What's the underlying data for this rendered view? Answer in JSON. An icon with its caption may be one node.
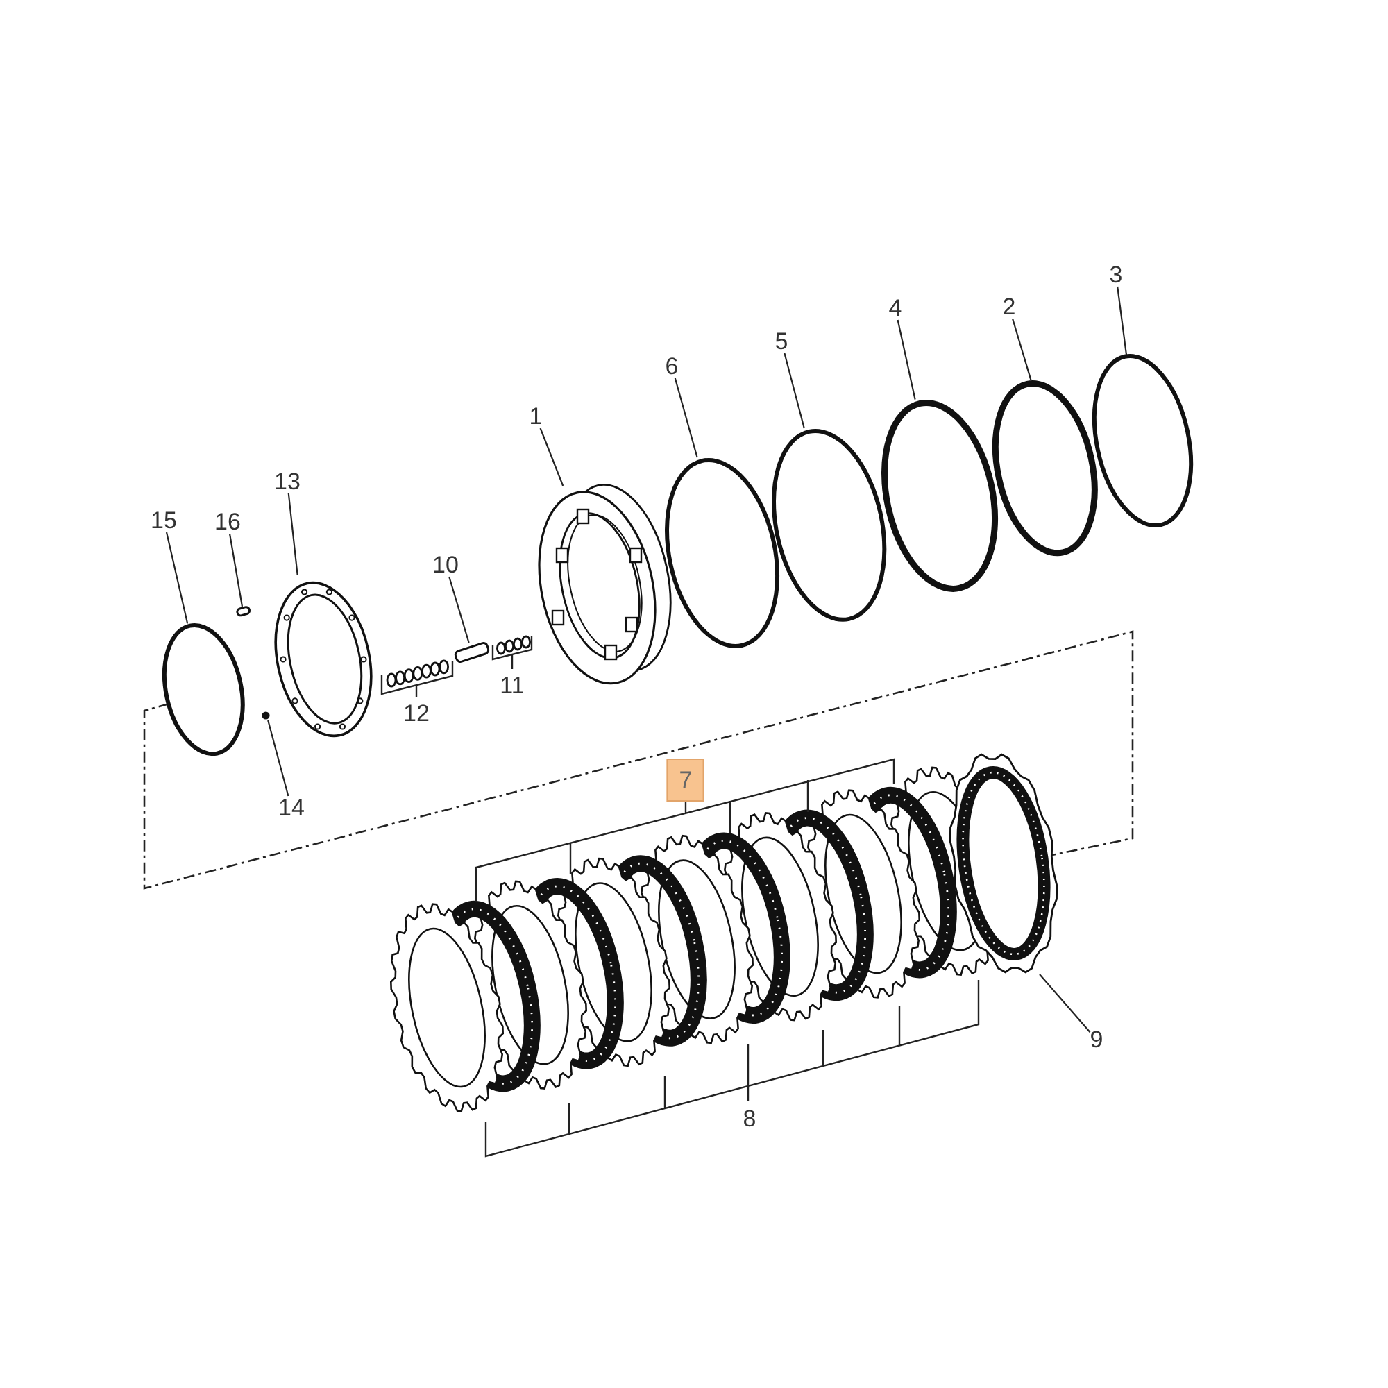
{
  "diagram": {
    "nodes": [
      {
        "text": [
          "3"
        ]
      },
      {
        "text": [],
        "shape": "circle"
      },
      {
        "text": [
          "2"
        ]
      },
      {
        "text": [],
        "shape": "circle"
      },
      {
        "text": [
          "4"
        ]
      },
      {
        "text": [],
        "shape": "circle"
      },
      {
        "text": [
          "5"
        ]
      },
      {
        "text": [],
        "shape": "circle"
      },
      {
        "text": [
          "6"
        ]
      },
      {
        "text": [],
        "shape": "circle"
      },
      {
        "text": [
          "1"
        ]
      },
      {
        "text": [],
        "shape": "picture"
      },
      {
        "text": [
          "13"
        ]
      },
      {
        "text": [],
        "shape": "picture"
      },
      {
        "text": [
          "15"
        ]
      },
      {
        "text": [],
        "shape": "circle"
      },
      {
        "text": [
          "16"
        ]
      },
      {
        "text": [],
        "shape": "bar"
      },
      {
        "text": [
          "10"
        ]
      },
      {
        "text": [],
        "shape": "cylinder"
      },
      {
        "text": [
          "14"
        ]
      },
      {
        "text": [],
        "shape": "circle"
      },
      {
        "text": [
          "9"
        ]
      },
      {
        "text": [],
        "shape": "picture"
      }
    ],
    "edges": [
      {
        "from": 0,
        "to": 1,
        "arrow": "none"
      },
      {
        "from": 2,
        "to": 3,
        "arrow": "none"
      },
      {
        "from": 4,
        "to": 5,
        "arrow": "none"
      },
      {
        "from": 6,
        "to": 7,
        "arrow": "none"
      },
      {
        "from": 8,
        "to": 9,
        "arrow": "none"
      },
      {
        "from": 10,
        "to": 11,
        "arrow": "none"
      },
      {
        "from": 12,
        "to": 13,
        "arrow": "none"
      },
      {
        "from": 14,
        "to": 15,
        "arrow": "none"
      },
      {
        "from": 16,
        "to": 17,
        "arrow": "none"
      },
      {
        "from": 18,
        "to": 19,
        "arrow": "none"
      },
      {
        "from": 20,
        "to": 21,
        "arrow": "none"
      },
      {
        "from": 22,
        "to": 23,
        "arrow": "none"
      }
    ],
    "labels": [
      "11",
      "12",
      "7",
      "8"
    ]
  }
}
